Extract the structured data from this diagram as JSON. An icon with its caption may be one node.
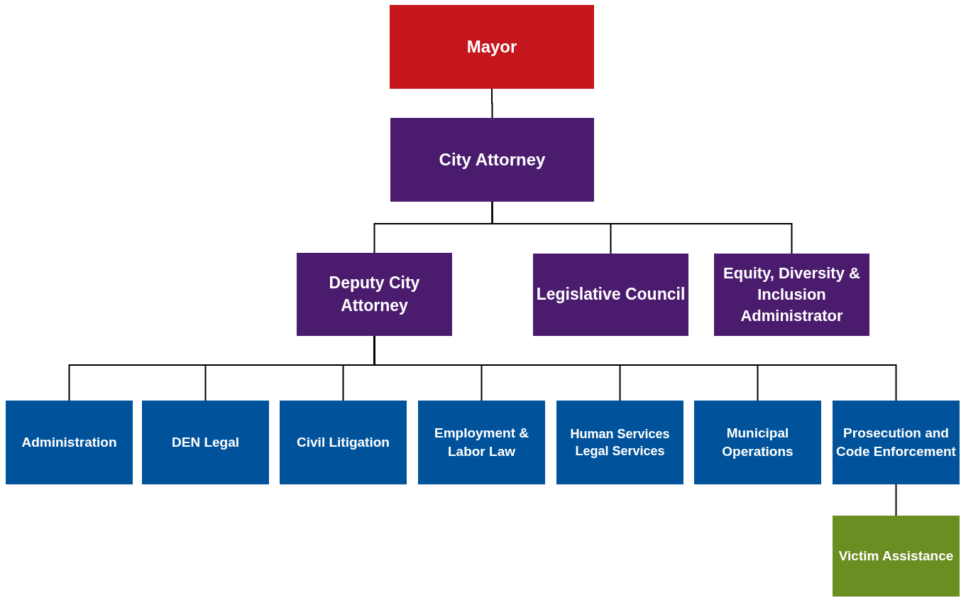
{
  "diagram": {
    "nodes": [
      {
        "text": [
          "Mayor"
        ]
      },
      {
        "text": [
          "City Attorney"
        ]
      },
      {
        "text": [
          "Deputy City Attorney"
        ]
      },
      {
        "text": [
          "Legislative Council"
        ]
      },
      {
        "text": [
          "Equity, Diversity & Inclusion Administrator"
        ]
      },
      {
        "text": [
          "Administration"
        ]
      },
      {
        "text": [
          "DEN Legal"
        ]
      },
      {
        "text": [
          "Civil Litigation"
        ]
      },
      {
        "text": [
          "Employment & Labor Law"
        ]
      },
      {
        "text": [
          "Human Services Legal Services"
        ]
      },
      {
        "text": [
          "Municipal Operations"
        ]
      },
      {
        "text": [
          "Prosecution and Code Enforcement"
        ]
      },
      {
        "text": [
          "Victim Assistance"
        ]
      }
    ],
    "edges": [
      {
        "from": 0,
        "to": 1,
        "arrow": "none"
      },
      {
        "from": 1,
        "to": 2,
        "arrow": "none"
      },
      {
        "from": 1,
        "to": 3,
        "arrow": "none"
      },
      {
        "from": 1,
        "to": 4,
        "arrow": "none"
      },
      {
        "from": 2,
        "to": 5,
        "arrow": "none"
      },
      {
        "from": 2,
        "to": 6,
        "arrow": "none"
      },
      {
        "from": 2,
        "to": 7,
        "arrow": "none"
      },
      {
        "from": 2,
        "to": 8,
        "arrow": "none"
      },
      {
        "from": 2,
        "to": 9,
        "arrow": "none"
      },
      {
        "from": 2,
        "to": 10,
        "arrow": "none"
      },
      {
        "from": 2,
        "to": 11,
        "arrow": "none"
      },
      {
        "from": 11,
        "to": 12,
        "arrow": "none"
      }
    ]
  }
}
